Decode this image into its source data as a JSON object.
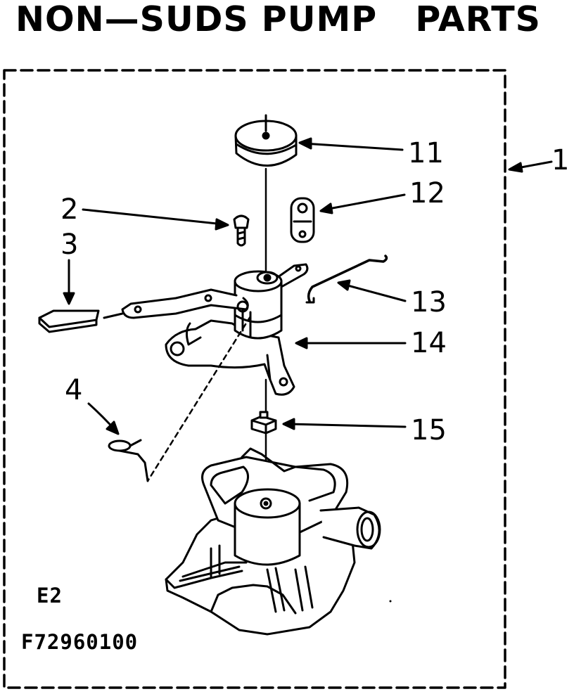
{
  "title": "NON—SUDS PUMP   PARTS",
  "callouts": {
    "c1": "1",
    "c2": "2",
    "c3": "3",
    "c4": "4",
    "c11": "11",
    "c12": "12",
    "c13": "13",
    "c14": "14",
    "c15": "15"
  },
  "section_code": "E2",
  "figure_number": "F72960100",
  "colors": {
    "ink": "#000000",
    "paper": "#ffffff"
  }
}
